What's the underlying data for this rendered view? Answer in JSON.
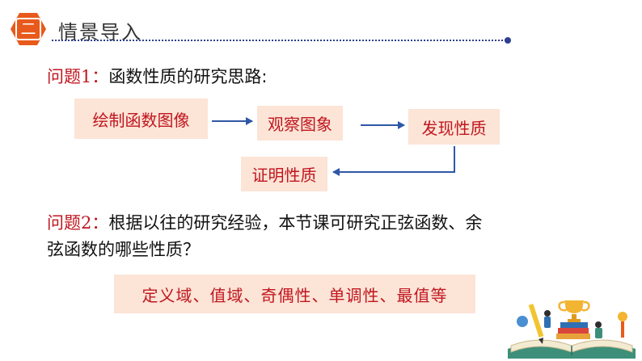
{
  "header": {
    "badge": "二",
    "title": "情景导入"
  },
  "question1": {
    "label": "问题1：",
    "text": "函数性质的研究思路:"
  },
  "flow": {
    "step1": "绘制函数图像",
    "step2": "观察图象",
    "step3": "发现性质",
    "step4": "证明性质"
  },
  "question2": {
    "label": "问题2：",
    "line1": "根据以往的研究经验，本节课可研究正弦函数、余",
    "line2": "弦函数的哪些性质？"
  },
  "answer": {
    "text": "定义域、值域、奇偶性、单调性、最值等"
  },
  "colors": {
    "accent_orange": "#e85a1c",
    "label_red": "#c0161f",
    "box_fill": "#fce4d6",
    "arrow_blue": "#2f57a6",
    "header_line": "#2e3f8f"
  },
  "icons": {
    "badge": "hexagon-badge-icon",
    "decoration": "book-trophy-illustration-icon"
  }
}
